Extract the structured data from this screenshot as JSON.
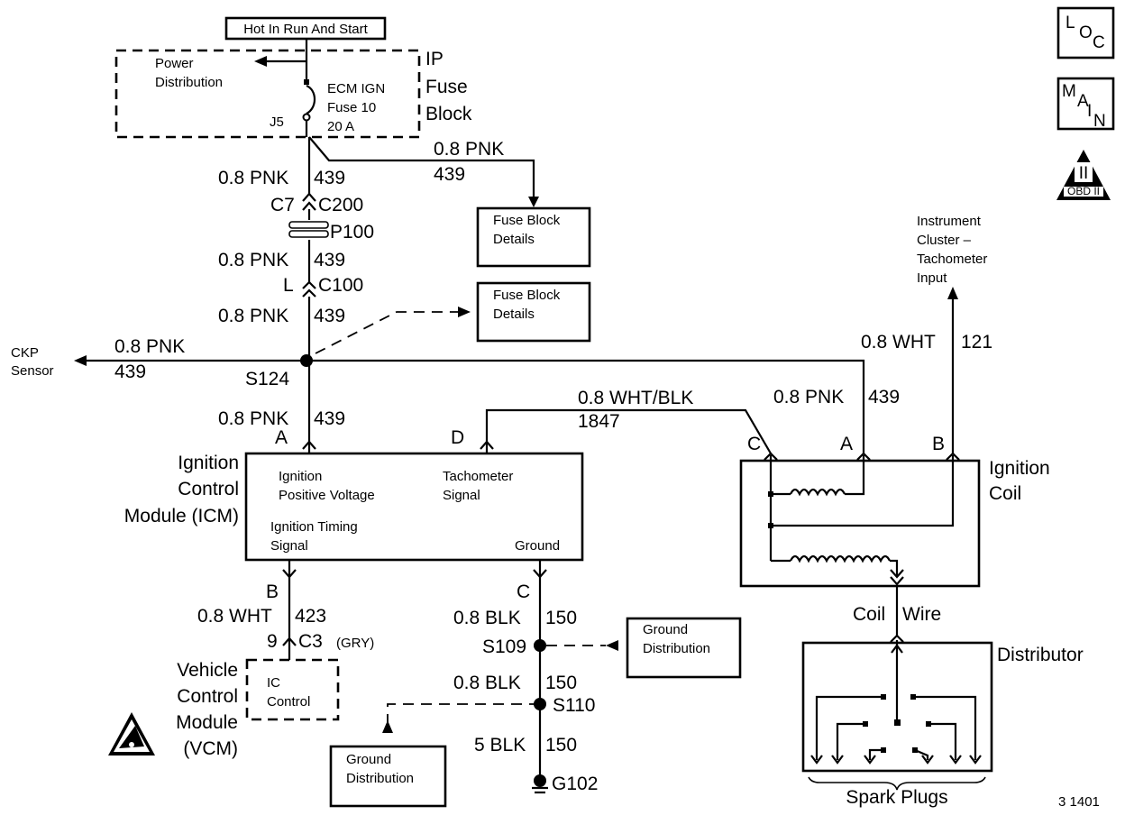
{
  "header": {
    "hot_label": "Hot In Run And Start"
  },
  "badges": {
    "loc": [
      "L",
      "O",
      "C"
    ],
    "main": [
      "M",
      "A",
      "I",
      "N"
    ],
    "obd_numeral": "II",
    "obd_text": "OBD II"
  },
  "fuse_block": {
    "power_distribution": [
      "Power",
      "Distribution"
    ],
    "fuse": [
      "ECM IGN",
      "Fuse 10",
      "20 A"
    ],
    "terminal": "J5",
    "title": [
      "IP",
      "Fuse",
      "Block"
    ]
  },
  "circuits": {
    "pnk_size": "0.8 PNK",
    "pnk_num": "439",
    "wht_size": "0.8 WHT",
    "wht_num": "121",
    "whtblk_size": "0.8 WHT/BLK",
    "whtblk_num": "1847",
    "wht423_size": "0.8 WHT",
    "wht423_num": "423",
    "blk_size": "0.8 BLK",
    "blk_num": "150",
    "blk5_size": "5 BLK",
    "blk5_num": "150"
  },
  "connectors": {
    "c7": "C7",
    "c200": "C200",
    "p100": "P100",
    "l": "L",
    "c100": "C100",
    "s124": "S124",
    "b": "B",
    "nine": "9",
    "c3": "C3",
    "gry": "(GRY)",
    "c_pin": "C",
    "s109": "S109",
    "s110": "S110",
    "g102": "G102"
  },
  "refs": {
    "fuse_block_details": [
      "Fuse Block",
      "Details"
    ],
    "ground_distribution": [
      "Ground",
      "Distribution"
    ],
    "ckp_sensor": [
      "CKP",
      "Sensor"
    ],
    "instrument_cluster": [
      "Instrument",
      "Cluster –",
      "Tachometer",
      "Input"
    ]
  },
  "icm": {
    "title": [
      "Ignition",
      "Control",
      "Module (ICM)"
    ],
    "pin_a": "A",
    "pin_d": "D",
    "positive_voltage": [
      "Ignition",
      "Positive Voltage"
    ],
    "tach_signal": [
      "Tachometer",
      "Signal"
    ],
    "timing_signal": [
      "Ignition Timing",
      "Signal"
    ],
    "ground": "Ground"
  },
  "coil": {
    "title": [
      "Ignition",
      "Coil"
    ],
    "pin_c": "C",
    "pin_a": "A",
    "pin_b": "B",
    "coil_wire": [
      "Coil",
      "Wire"
    ]
  },
  "distributor": {
    "title": "Distributor",
    "spark_plugs": "Spark Plugs"
  },
  "vcm": {
    "title": [
      "Vehicle",
      "Control",
      "Module",
      "(VCM)"
    ],
    "ic_control": [
      "IC",
      "Control"
    ]
  },
  "figure_number": "3 1401"
}
